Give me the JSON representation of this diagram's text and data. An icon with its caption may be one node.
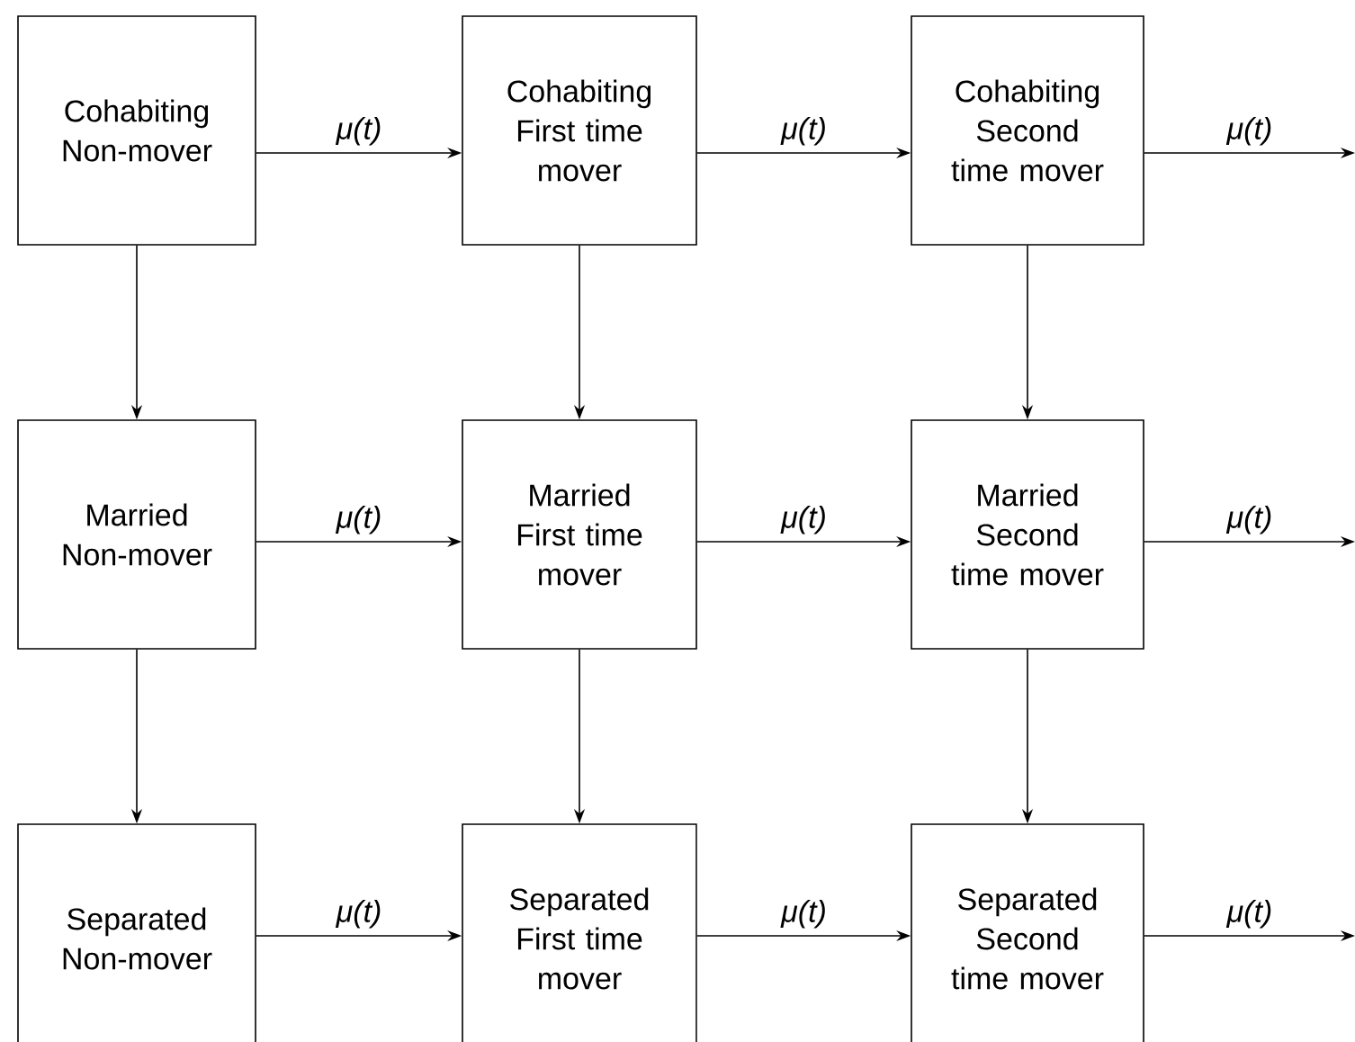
{
  "diagram": {
    "nodes": [
      {
        "text": [
          "Cohabiting Non-mover"
        ]
      },
      {
        "text": [
          "Cohabiting First time mover"
        ]
      },
      {
        "text": [
          "Cohabiting Second time mover"
        ]
      },
      {
        "text": [
          "Married Non-mover"
        ]
      },
      {
        "text": [
          "Married First time mover"
        ]
      },
      {
        "text": [
          "Married Second time mover"
        ]
      },
      {
        "text": [
          "Separated Non-mover"
        ]
      },
      {
        "text": [
          "Separated First time mover"
        ]
      },
      {
        "text": [
          "Separated Second time mover"
        ]
      }
    ],
    "edges": [
      {
        "from": 0,
        "to": 1,
        "arrow": "to",
        "label": "μ(t)"
      },
      {
        "from": 1,
        "to": 2,
        "arrow": "to",
        "label": "μ(t)"
      },
      {
        "from": 2,
        "to": null,
        "arrow": "to",
        "label": "μ(t)"
      },
      {
        "from": 3,
        "to": 4,
        "arrow": "to",
        "label": "μ(t)"
      },
      {
        "from": 4,
        "to": 5,
        "arrow": "to",
        "label": "μ(t)"
      },
      {
        "from": 5,
        "to": null,
        "arrow": "to",
        "label": "μ(t)"
      },
      {
        "from": 6,
        "to": 7,
        "arrow": "to",
        "label": "μ(t)"
      },
      {
        "from": 7,
        "to": 8,
        "arrow": "to",
        "label": "μ(t)"
      },
      {
        "from": 8,
        "to": null,
        "arrow": "to",
        "label": "μ(t)"
      },
      {
        "from": 0,
        "to": 3,
        "arrow": "to"
      },
      {
        "from": 1,
        "to": 4,
        "arrow": "to"
      },
      {
        "from": 2,
        "to": 5,
        "arrow": "to"
      },
      {
        "from": 3,
        "to": 6,
        "arrow": "to"
      },
      {
        "from": 4,
        "to": 7,
        "arrow": "to"
      },
      {
        "from": 5,
        "to": 8,
        "arrow": "to"
      }
    ]
  }
}
